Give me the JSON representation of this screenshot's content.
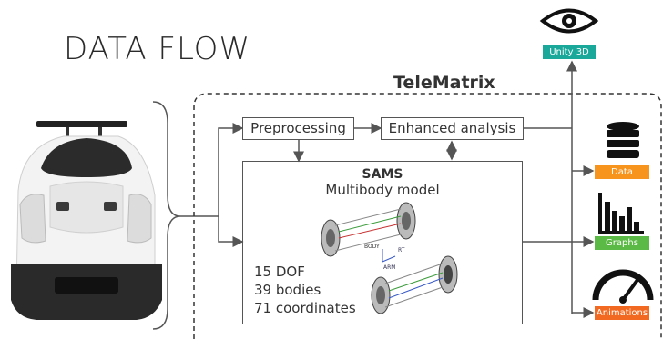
{
  "title": "DATA FLOW",
  "system_label": "TeleMatrix",
  "boxes": {
    "preprocessing": "Preprocessing",
    "enhanced_analysis": "Enhanced analysis",
    "sams_title": "SAMS",
    "sams_subtitle": "Multibody model"
  },
  "sams_stats": [
    "15 DOF",
    "39 bodies",
    "71 coordinates"
  ],
  "model_labels": {
    "body": "BODY",
    "rt": "RT",
    "arm": "ARM"
  },
  "outputs": {
    "unity": {
      "label": "Unity 3D",
      "icon": "eye-icon",
      "color": "#19a89a"
    },
    "data": {
      "label": "Data",
      "icon": "database-icon",
      "color": "#f7941d"
    },
    "graphs": {
      "label": "Graphs",
      "icon": "bar-chart-icon",
      "color": "#5bb945"
    },
    "animations": {
      "label": "Animations",
      "icon": "gauge-icon",
      "color": "#f26a21"
    }
  },
  "arrow_color": "#555555"
}
